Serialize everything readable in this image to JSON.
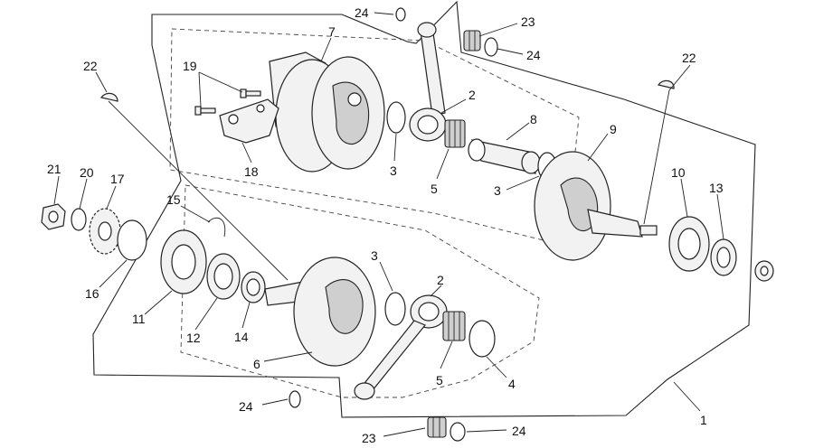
{
  "diagram": {
    "callouts": [
      {
        "id": "c1",
        "label": "1"
      },
      {
        "id": "c2a",
        "label": "2"
      },
      {
        "id": "c2b",
        "label": "2"
      },
      {
        "id": "c3a",
        "label": "3"
      },
      {
        "id": "c3b",
        "label": "3"
      },
      {
        "id": "c3c",
        "label": "3"
      },
      {
        "id": "c4",
        "label": "4"
      },
      {
        "id": "c5a",
        "label": "5"
      },
      {
        "id": "c5b",
        "label": "5"
      },
      {
        "id": "c6",
        "label": "6"
      },
      {
        "id": "c7",
        "label": "7"
      },
      {
        "id": "c8",
        "label": "8"
      },
      {
        "id": "c9",
        "label": "9"
      },
      {
        "id": "c10",
        "label": "10"
      },
      {
        "id": "c11",
        "label": "11"
      },
      {
        "id": "c12",
        "label": "12"
      },
      {
        "id": "c13",
        "label": "13"
      },
      {
        "id": "c14",
        "label": "14"
      },
      {
        "id": "c15",
        "label": "15"
      },
      {
        "id": "c16",
        "label": "16"
      },
      {
        "id": "c17",
        "label": "17"
      },
      {
        "id": "c18",
        "label": "18"
      },
      {
        "id": "c19",
        "label": "19"
      },
      {
        "id": "c20",
        "label": "20"
      },
      {
        "id": "c21",
        "label": "21"
      },
      {
        "id": "c22a",
        "label": "22"
      },
      {
        "id": "c22b",
        "label": "22"
      },
      {
        "id": "c23a",
        "label": "23"
      },
      {
        "id": "c23b",
        "label": "23"
      },
      {
        "id": "c24a",
        "label": "24"
      },
      {
        "id": "c24b",
        "label": "24"
      },
      {
        "id": "c24c",
        "label": "24"
      },
      {
        "id": "c24d",
        "label": "24"
      }
    ]
  }
}
